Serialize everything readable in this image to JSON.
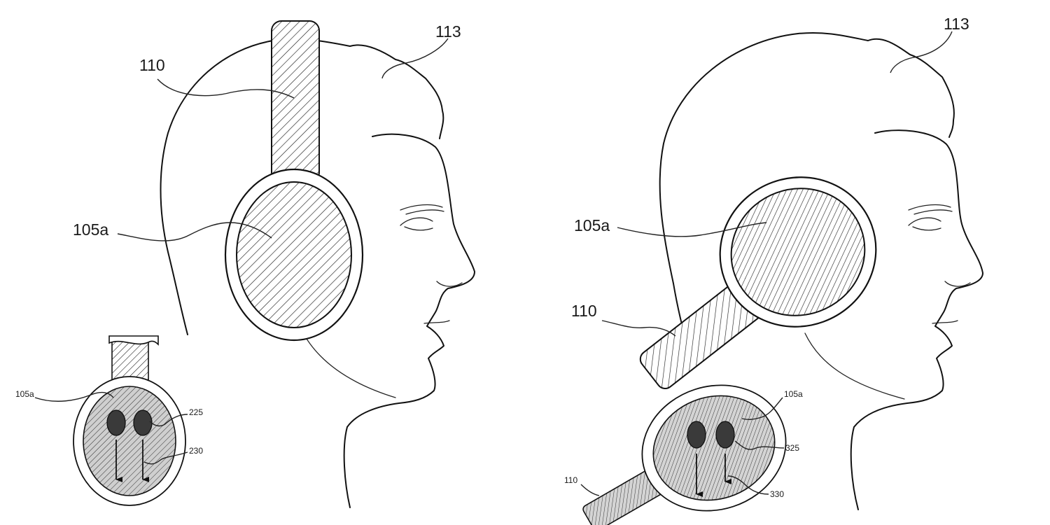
{
  "figure_left": {
    "labels": {
      "headband": "110",
      "head": "113",
      "earcup": "105a"
    },
    "inset": {
      "earcup": "105a",
      "sensors": "225",
      "direction": "230"
    }
  },
  "figure_right": {
    "labels": {
      "headband": "110",
      "head": "113",
      "earcup": "105a"
    },
    "inset": {
      "earcup": "105a",
      "sensors": "325",
      "direction": "330",
      "headband": "110"
    }
  },
  "colors": {
    "line": "#111111",
    "sensor_fill": "#3a3a3a",
    "earcup_fill_inset": "#cfcfcf",
    "background": "#ffffff"
  }
}
